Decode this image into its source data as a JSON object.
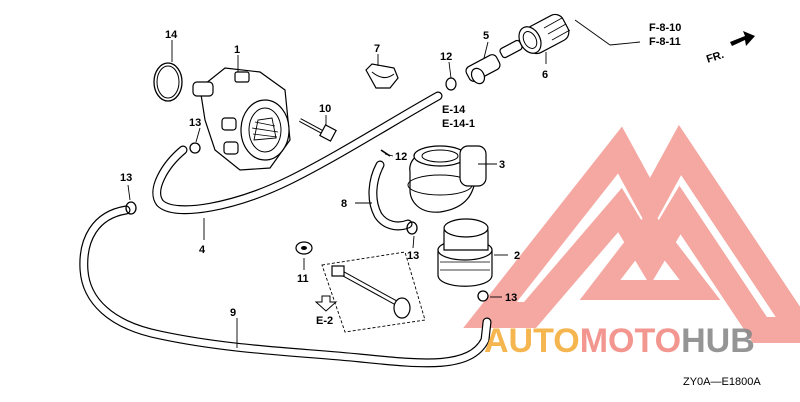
{
  "diagram": {
    "callouts": {
      "c1": "1",
      "c2": "2",
      "c3": "3",
      "c4": "4",
      "c5": "5",
      "c6": "6",
      "c7": "7",
      "c8": "8",
      "c9": "9",
      "c10": "10",
      "c11": "11",
      "c12a": "12",
      "c12b": "12",
      "c13a": "13",
      "c13b": "13",
      "c13c": "13",
      "c13d": "13",
      "c14": "14"
    },
    "references": {
      "f810": "F-8-10",
      "f811": "F-8-11",
      "e14": "E-14",
      "e141": "E-14-1",
      "e2": "E-2",
      "front": "FR."
    },
    "diagram_code": "ZY0A—E1800A"
  },
  "watermark": {
    "word_part1": "AUTO",
    "word_part2": "MOTO",
    "word_part3": "HUB",
    "colors": {
      "orange": "#f5ad3d",
      "pink": "#f28b83",
      "gray": "#8a8a8a"
    }
  }
}
